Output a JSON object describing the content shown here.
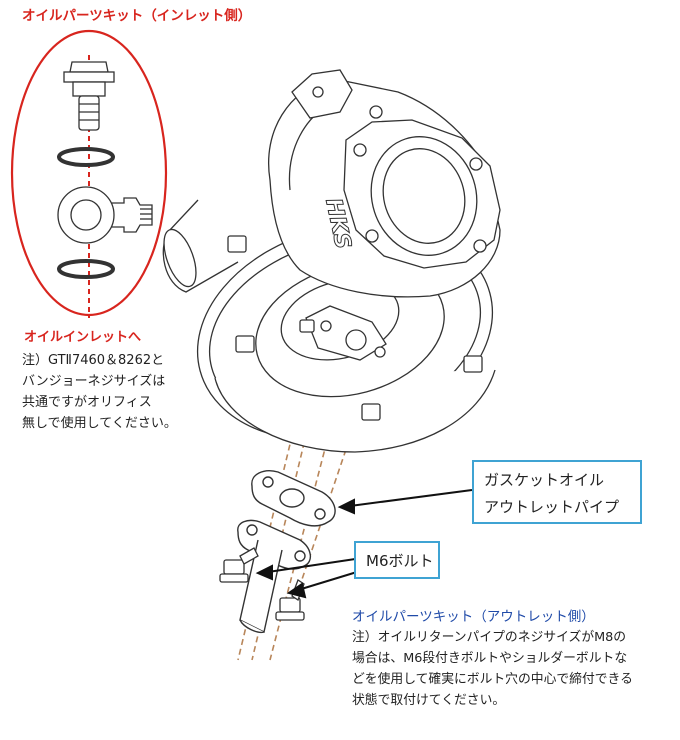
{
  "inlet_kit": {
    "title": "オイルパーツキット（インレット側）",
    "to_inlet_label": "オイルインレットへ",
    "note_lines": [
      "注）GTⅡ7460＆8262と",
      "バンジョーネジサイズは",
      "共通ですがオリフィス",
      "無しで使用してください。"
    ]
  },
  "callouts": {
    "gasket_lines": [
      "ガスケットオイル",
      "アウトレットパイプ"
    ],
    "bolt": "M6ボルト"
  },
  "outlet_kit": {
    "title": "オイルパーツキット（アウトレット側）",
    "note_lines": [
      "注）オイルリターンパイプのネジサイズがM8の",
      "場合は、M6段付きボルトやショルダーボルトな",
      "どを使用して確実にボルト穴の中心で締付できる",
      "状態で取付けてください。"
    ]
  },
  "housing_logo": "HKS",
  "colors": {
    "red": "#d8251e",
    "blue": "#1f4aa8",
    "callout_border": "#3fa3d3",
    "dash": "#b8865a"
  }
}
